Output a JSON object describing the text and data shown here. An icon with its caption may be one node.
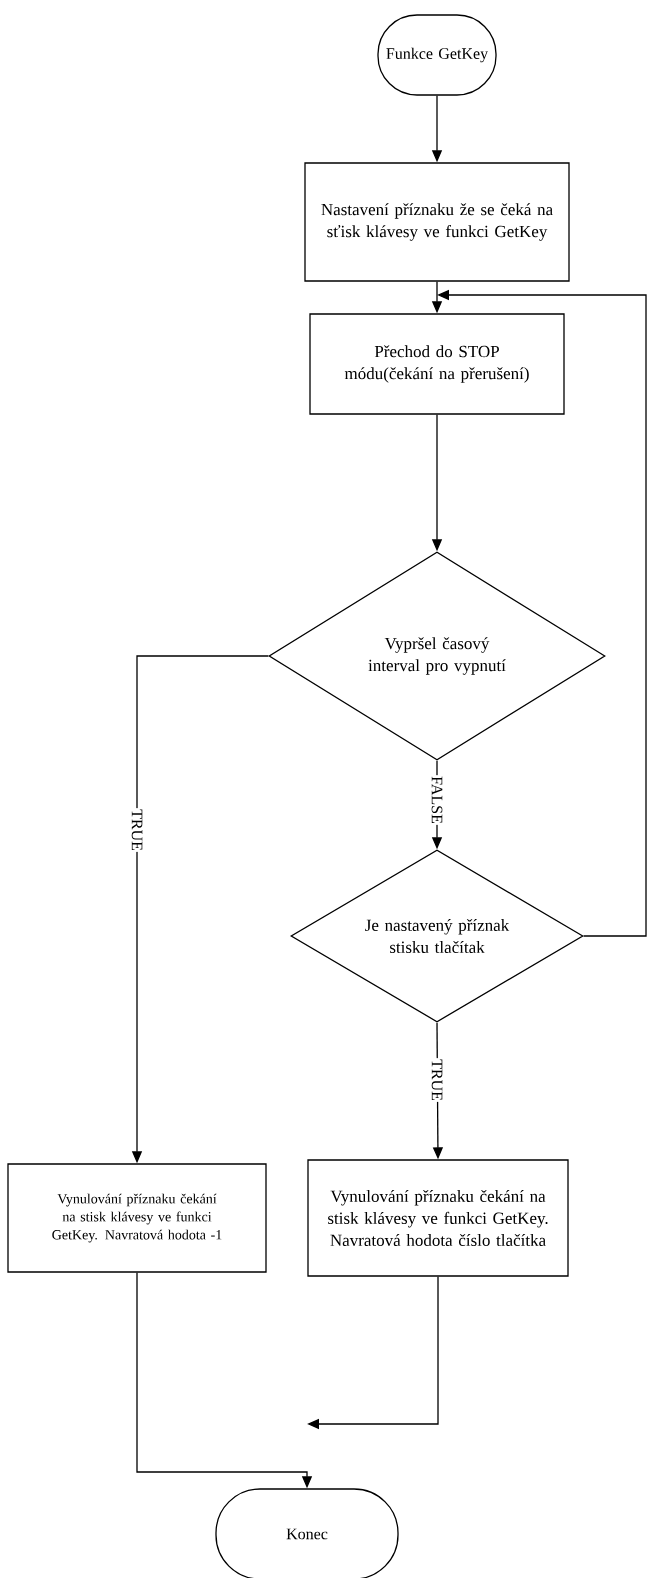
{
  "diagram": {
    "nodes": [
      {
        "text": [
          "Funkce GetKey"
        ]
      },
      {
        "text": [
          "Nastavení příznaku že se čeká na sťisk klávesy ve funkci GetKey"
        ]
      },
      {
        "text": [
          "Přechod do STOP módu(čekání na přerušení)"
        ]
      },
      {
        "text": [
          "Vypršel časový interval pro vypnutí"
        ]
      },
      {
        "text": [
          "Je nastavený příznak stisku tlačítak"
        ]
      },
      {
        "text": [
          "Vynulování příznaku čekání na stisk klávesy ve funkci GetKey. Navratová hodota -1"
        ]
      },
      {
        "text": [
          "Vynulování příznaku čekání na stisk klávesy ve funkci GetKey. Navratová hodota číslo tlačítka"
        ]
      },
      {
        "text": [
          "Konec"
        ]
      }
    ],
    "edges": [
      {
        "from": 0,
        "to": 1,
        "arrow": "to"
      },
      {
        "from": 1,
        "to": 2,
        "arrow": "to"
      },
      {
        "from": 2,
        "to": 3,
        "arrow": "to"
      },
      {
        "from": 3,
        "to": 5,
        "arrow": "to",
        "label": "TRUE"
      },
      {
        "from": 3,
        "to": 4,
        "arrow": "to",
        "label": "FALSE"
      },
      {
        "from": 4,
        "to": 6,
        "arrow": "to",
        "label": "TRUE"
      },
      {
        "from": 4,
        "to": 2,
        "arrow": "to"
      },
      {
        "from": 5,
        "to": 7,
        "arrow": "to"
      },
      {
        "from": 6,
        "to": 7,
        "arrow": "to"
      }
    ]
  }
}
